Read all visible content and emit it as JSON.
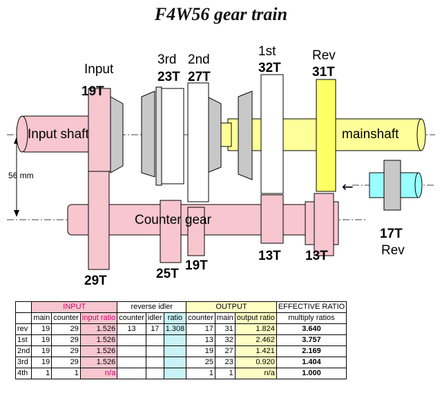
{
  "title": "F4W56 gear train",
  "labels": {
    "input": "Input",
    "third": "3rd",
    "second": "2nd",
    "first": "1st",
    "rev": "Rev",
    "input_teeth": "19T",
    "third_teeth": "23T",
    "second_teeth": "27T",
    "first_teeth": "32T",
    "rev_teeth": "31T",
    "input_shaft": "Input shaft",
    "mainshaft": "mainshaft",
    "distance": "56 mm",
    "counter_gear": "Counter gear",
    "cg_input_teeth": "29T",
    "cg_third_teeth": "25T",
    "cg_second_teeth": "19T",
    "cg_first_teeth": "13T",
    "cg_rev_teeth": "13T",
    "idler_teeth": "17T",
    "idler_rev": "Rev",
    "arrow": "←"
  },
  "colors": {
    "input_gear": "#f7c6cf",
    "mainshaft": "#ffff99",
    "rev_gear": "#ffff66",
    "idler": "#99ffff",
    "synchro": "#c8c8c8"
  },
  "table": {
    "group_headers": {
      "input": "INPUT",
      "idler": "reverse idler",
      "output": "OUTPUT",
      "effective": "EFFECTIVE RATIO"
    },
    "sub_headers": {
      "main": "main",
      "counter": "counter",
      "input_ratio": "input ratio",
      "idler_counter": "counter",
      "idler": "idler",
      "idler_ratio": "ratio",
      "out_counter": "counter",
      "out_main": "main",
      "output_ratio": "output ratio",
      "multiply": "multiply ratios"
    },
    "rows": [
      {
        "gear": "rev",
        "main": "19",
        "counter": "29",
        "input_ratio": "1.526",
        "idler_counter": "13",
        "idler": "17",
        "idler_ratio": "1.308",
        "out_counter": "17",
        "out_main": "31",
        "output_ratio": "1.824",
        "effective": "3.640"
      },
      {
        "gear": "1st",
        "main": "19",
        "counter": "29",
        "input_ratio": "1.526",
        "idler_counter": "",
        "idler": "",
        "idler_ratio": "",
        "out_counter": "13",
        "out_main": "32",
        "output_ratio": "2.462",
        "effective": "3.757"
      },
      {
        "gear": "2nd",
        "main": "19",
        "counter": "29",
        "input_ratio": "1.526",
        "idler_counter": "",
        "idler": "",
        "idler_ratio": "",
        "out_counter": "19",
        "out_main": "27",
        "output_ratio": "1.421",
        "effective": "2.169"
      },
      {
        "gear": "3rd",
        "main": "19",
        "counter": "29",
        "input_ratio": "1.526",
        "idler_counter": "",
        "idler": "",
        "idler_ratio": "",
        "out_counter": "25",
        "out_main": "23",
        "output_ratio": "0.920",
        "effective": "1.404"
      },
      {
        "gear": "4th",
        "main": "1",
        "counter": "1",
        "input_ratio": "n/a",
        "idler_counter": "",
        "idler": "",
        "idler_ratio": "",
        "out_counter": "1",
        "out_main": "1",
        "output_ratio": "n/a",
        "effective": "1.000"
      }
    ]
  }
}
